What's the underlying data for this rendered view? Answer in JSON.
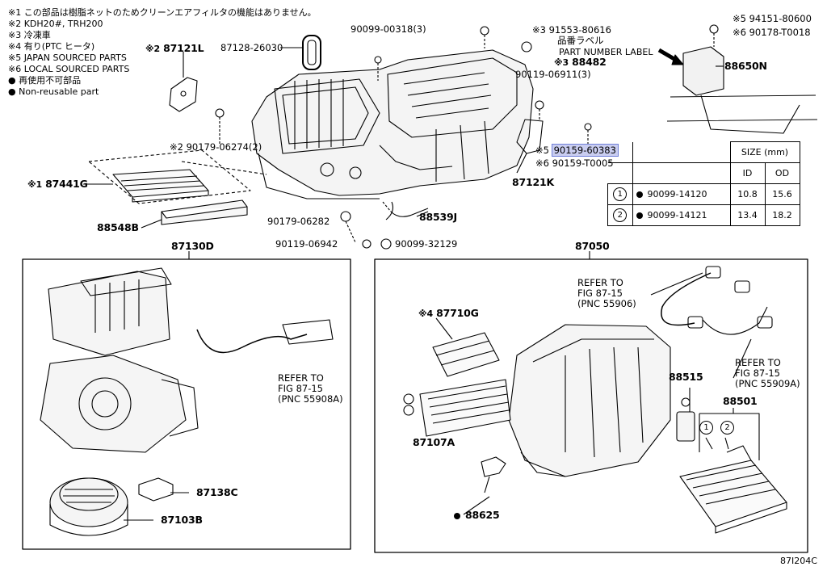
{
  "notes": [
    {
      "mark": "※1",
      "text": "この部品は樹脂ネットのためクリーンエアフィルタの機能はありません。"
    },
    {
      "mark": "※2",
      "text": "KDH20#, TRH200"
    },
    {
      "mark": "※3",
      "text": "冷凍車"
    },
    {
      "mark": "※4",
      "text": "有り(PTC ヒータ)"
    },
    {
      "mark": "※5",
      "text": "JAPAN SOURCED PARTS"
    },
    {
      "mark": "※6",
      "text": "LOCAL SOURCED PARTS"
    },
    {
      "mark": "●",
      "text": "再使用不可部品"
    },
    {
      "mark": "●",
      "text": "Non-reusable part"
    }
  ],
  "parts": {
    "p87121L": "87121L",
    "p87128": "87128-26030",
    "p90099_318": "90099-00318(3)",
    "p91553": "91553-80616",
    "label_jp": "品番ラベル",
    "p88482": "88482",
    "part_number_label": "PART NUMBER LABEL",
    "p90119_6911": "90119-06911(3)",
    "p94151": "94151-80600",
    "p90178": "90178-T0018",
    "p88650N": "88650N",
    "p90179_06274": "90179-06274(2)",
    "p90159_60383": "90159-60383",
    "p90159_T0005": "90159-T0005",
    "p87121K": "87121K",
    "p87441G": "87441G",
    "p88548B": "88548B",
    "p88539J": "88539J",
    "p90179_06282": "90179-06282",
    "p90119_06942": "90119-06942",
    "p90099_32129": "90099-32129",
    "p87130D": "87130D",
    "p87050": "87050",
    "p87138C": "87138C",
    "p87103B": "87103B",
    "p87710G": "87710G",
    "p87107A": "87107A",
    "p88625": "88625",
    "p88515": "88515",
    "p88501": "88501"
  },
  "marks": {
    "m1": "※1",
    "m2": "※2",
    "m3": "※3",
    "m4": "※4",
    "m5": "※5",
    "m6": "※6"
  },
  "refers": {
    "left": [
      "REFER TO",
      "FIG 87-15",
      "(PNC 55908A)"
    ],
    "top": [
      "REFER TO",
      "FIG 87-15",
      "(PNC 55906)"
    ],
    "right": [
      "REFER TO",
      "FIG 87-15",
      "(PNC 55909A)"
    ]
  },
  "size_table": {
    "title": "SIZE (mm)",
    "col_id": "ID",
    "col_od": "OD",
    "rows": [
      {
        "no": "1",
        "part": "90099-14120",
        "id": "10.8",
        "od": "15.6"
      },
      {
        "no": "2",
        "part": "90099-14121",
        "id": "13.4",
        "od": "18.2"
      }
    ]
  },
  "balloons": [
    "1",
    "2"
  ],
  "figure_code": "87I204C"
}
